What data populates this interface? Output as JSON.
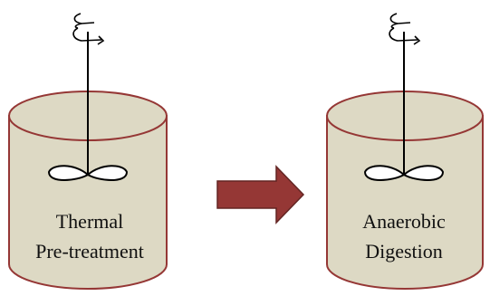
{
  "tanks": [
    {
      "id": "thermal",
      "lines": [
        "Thermal",
        "Pre-treatment"
      ]
    },
    {
      "id": "anaerobic",
      "lines": [
        "Anaerobic",
        "Digestion"
      ]
    }
  ],
  "colors": {
    "tank_fill": "#ddd9c4",
    "tank_stroke": "#953735",
    "arrow_fill": "#953735",
    "arrow_stroke": "#632523",
    "impeller_stroke": "#000000"
  },
  "icons": {
    "rotation": "rotation-arrow-icon",
    "impeller": "impeller-icon",
    "process_flow": "right-arrow-icon"
  }
}
